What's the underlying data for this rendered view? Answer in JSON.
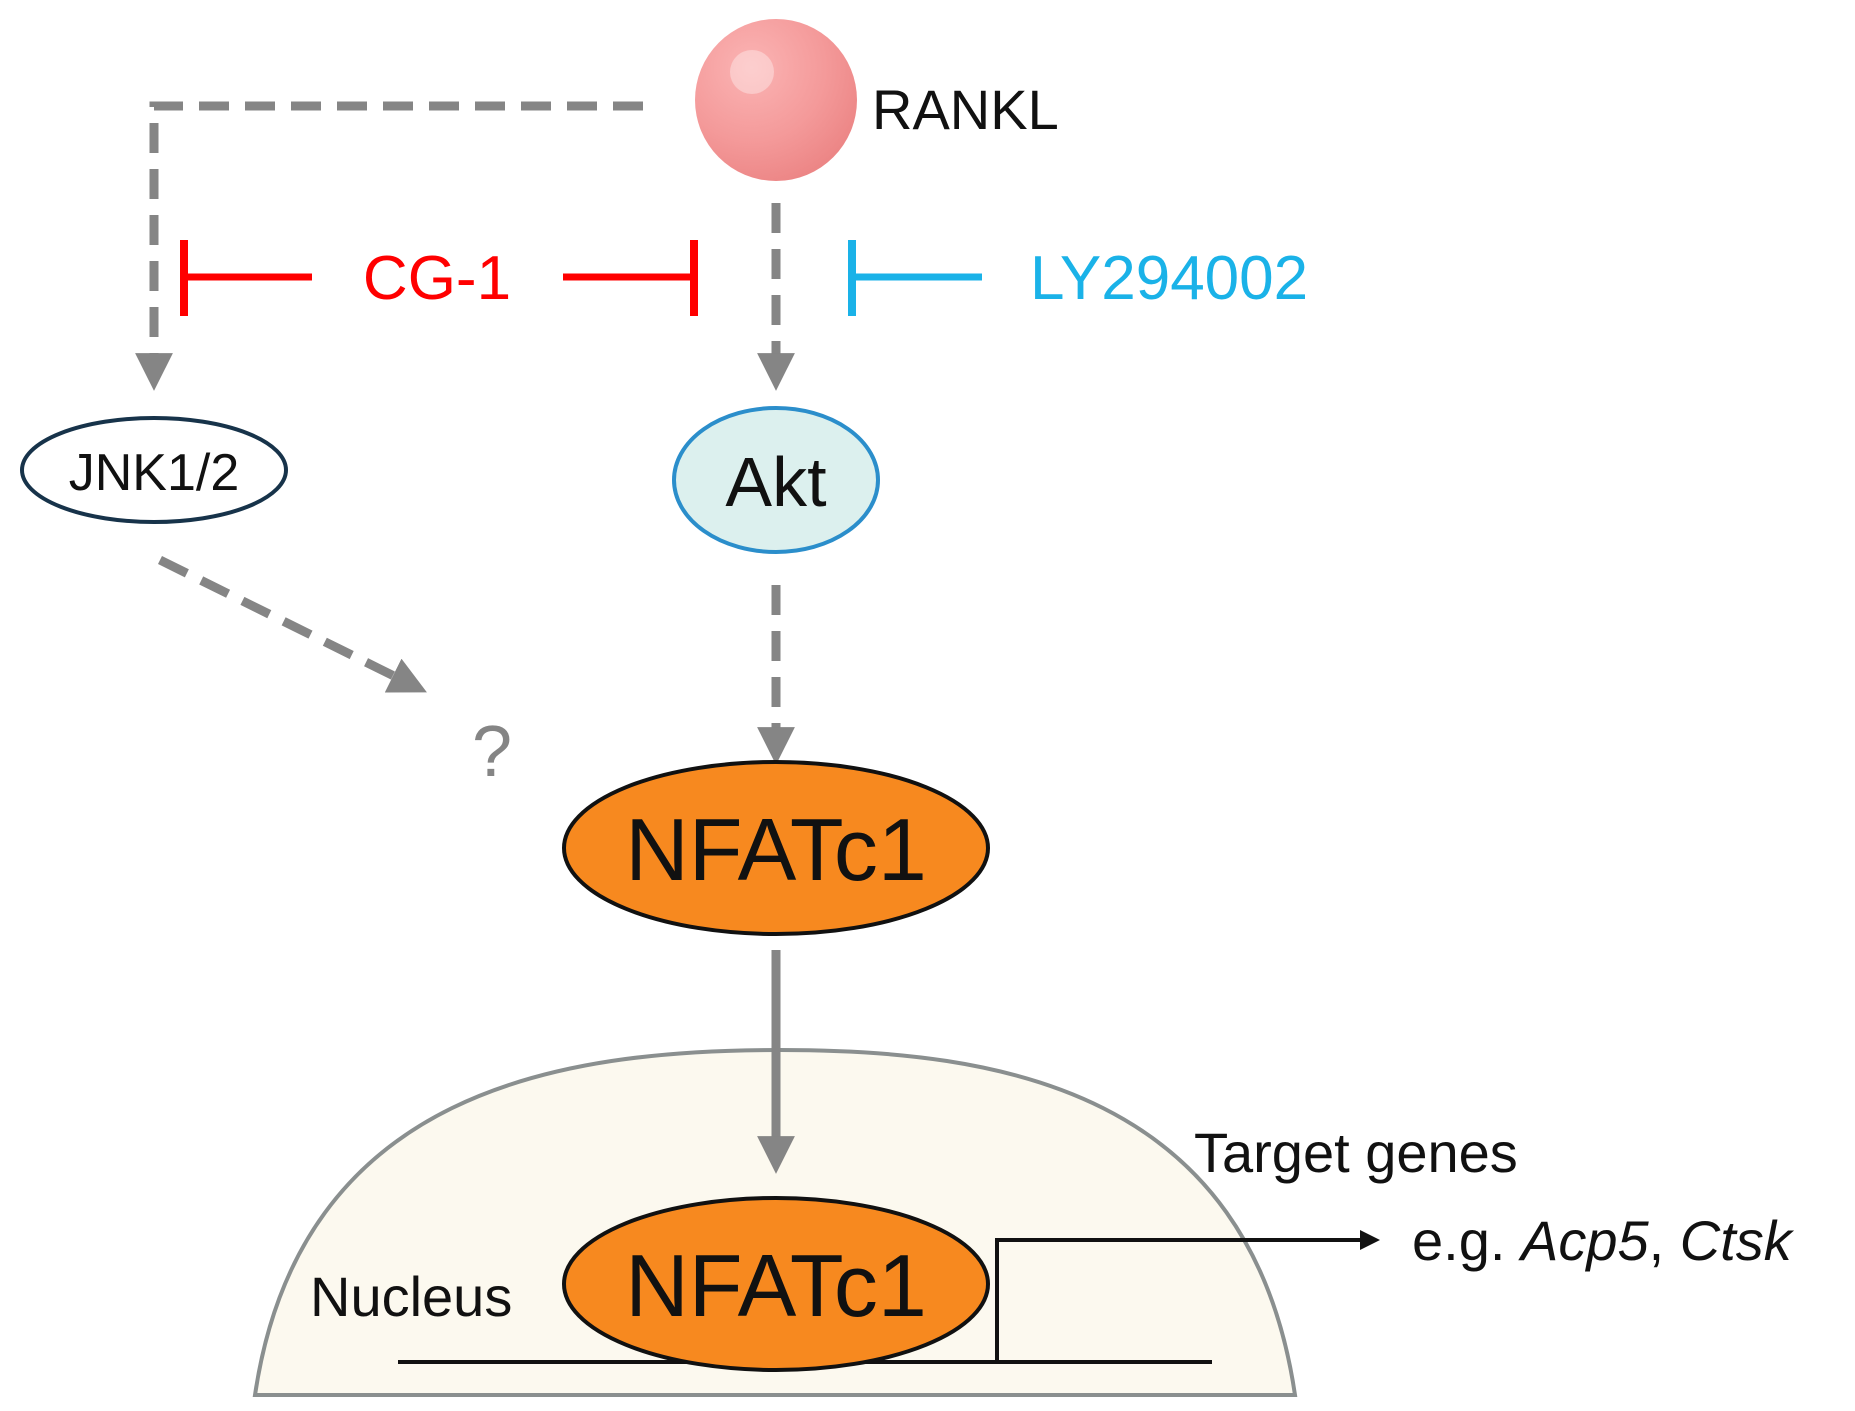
{
  "ligand": {
    "label": "RANKL",
    "color": "#f28b8b"
  },
  "inhibitors": {
    "cg1": {
      "label": "CG-1",
      "color": "#ff0000"
    },
    "ly": {
      "label": "LY294002",
      "color": "#1ab2e8"
    }
  },
  "nodes": {
    "jnk": {
      "label": "JNK1/2"
    },
    "akt": {
      "label": "Akt"
    },
    "nfatc1_cytoplasm": {
      "label": "NFATc1"
    },
    "nfatc1_nucleus": {
      "label": "NFATc1"
    },
    "unknown": {
      "label": "?"
    }
  },
  "nucleus": {
    "label": "Nucleus"
  },
  "target_genes": {
    "heading": "Target genes",
    "prefix": "e.g. ",
    "gene1": "Acp5",
    "separator": ", ",
    "gene2": "Ctsk"
  },
  "colors": {
    "arrow_gray": "#858585",
    "nfatc1_fill": "#f7891f",
    "akt_fill": "#dcf0ee",
    "akt_stroke": "#2b8ecb",
    "jnk_stroke": "#17334a",
    "nucleus_fill": "#fcf9ef"
  }
}
